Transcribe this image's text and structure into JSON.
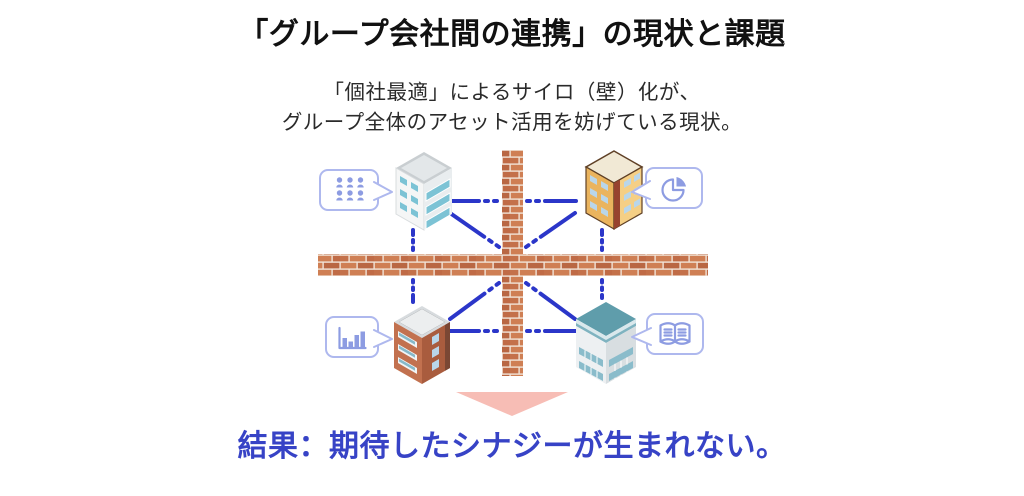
{
  "header": {
    "title": "「グループ会社間の連携」の現状と課題",
    "subtitle_line1": "「個社最適」によるサイロ（壁）化が、",
    "subtitle_line2": "グループ全体のアセット活用を妨げている現状。"
  },
  "diagram": {
    "buildings": [
      {
        "position": "top-left",
        "name": "gray-office-building"
      },
      {
        "position": "top-right",
        "name": "yellow-office-building"
      },
      {
        "position": "bottom-left",
        "name": "brown-office-building"
      },
      {
        "position": "bottom-right",
        "name": "teal-office-building"
      }
    ],
    "callouts": [
      {
        "position": "top-left",
        "icon": "team-grid-icon"
      },
      {
        "position": "top-right",
        "icon": "pie-chart-icon"
      },
      {
        "position": "bottom-left",
        "icon": "bar-chart-icon"
      },
      {
        "position": "bottom-right",
        "icon": "open-book-icon"
      }
    ],
    "walls": "brick-wall-cross",
    "arrow": "down-arrow"
  },
  "conclusion": {
    "text": "結果：期待したシナジーが生まれない。"
  },
  "colors": {
    "accent_blue": "#2b36c9",
    "conclusion_blue": "#3743c6",
    "bubble_border": "#aeb8ee",
    "icon_periwinkle": "#8d9ce2",
    "brick_light": "#cf7f54",
    "brick_dark": "#b96743",
    "brick_mortar": "#f1e3d7",
    "arrow_pink": "#f7bdb5"
  }
}
